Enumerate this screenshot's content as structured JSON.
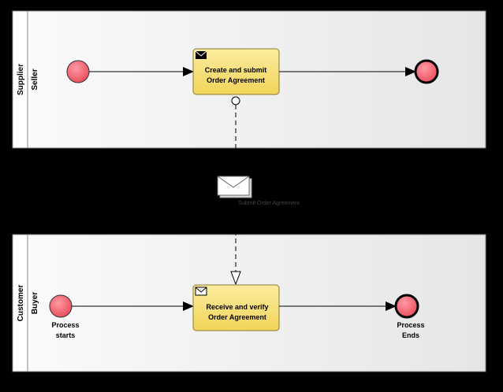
{
  "pools": [
    {
      "pool_label": "Supplier",
      "lane_label": "Seller"
    },
    {
      "pool_label": "Customer",
      "lane_label": "Buyer"
    }
  ],
  "tasks": {
    "supplier_task": {
      "line1": "Create and submit",
      "line2": "Order Agreement"
    },
    "customer_task": {
      "line1": "Receive and verify",
      "line2": "Order Agreement"
    }
  },
  "events": {
    "customer_start": {
      "line1": "Process",
      "line2": "starts"
    },
    "customer_end": {
      "line1": "Process",
      "line2": "Ends"
    }
  },
  "message": {
    "label": "Submit Order Agreement"
  },
  "colors": {
    "event_fill": "#f06a78",
    "task_fill": "#f7dd6e",
    "pool_fill": "#eeeeee"
  }
}
